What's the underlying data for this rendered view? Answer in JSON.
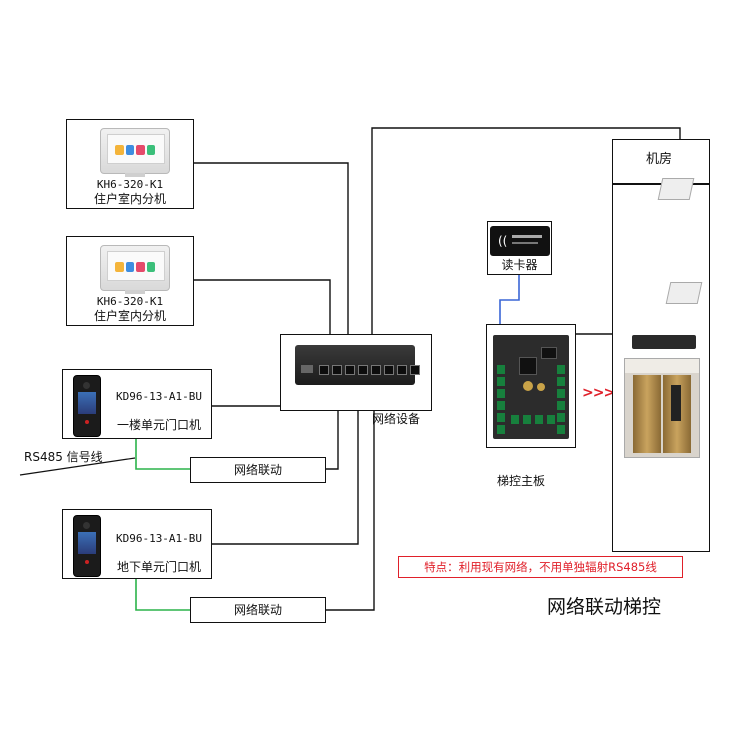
{
  "indoor_units": [
    {
      "model": "KH6-320-K1",
      "name": "住户室内分机"
    },
    {
      "model": "KH6-320-K1",
      "name": "住户室内分机"
    }
  ],
  "door_stations": [
    {
      "model": "KD96-13-A1-BU",
      "name": "一楼单元门口机"
    },
    {
      "model": "KD96-13-A1-BU",
      "name": "地下单元门口机"
    }
  ],
  "switch_label": "网络设备",
  "rs485_label": "RS485 信号线",
  "linkage_boxes": [
    "网络联动",
    "网络联动"
  ],
  "card_reader_label": "读卡器",
  "board_label": "梯控主板",
  "machine_room_label": "机房",
  "arrows": ">>>",
  "feature_note": "特点：利用现有网络，不用单独辐射RS485线",
  "diagram_title": "网络联动梯控",
  "colors": {
    "wire": "#111111",
    "rs485": "#2bb34a",
    "reader_wire": "#3a66d6",
    "note": "#e0202a",
    "arrow": "#e0202a"
  }
}
